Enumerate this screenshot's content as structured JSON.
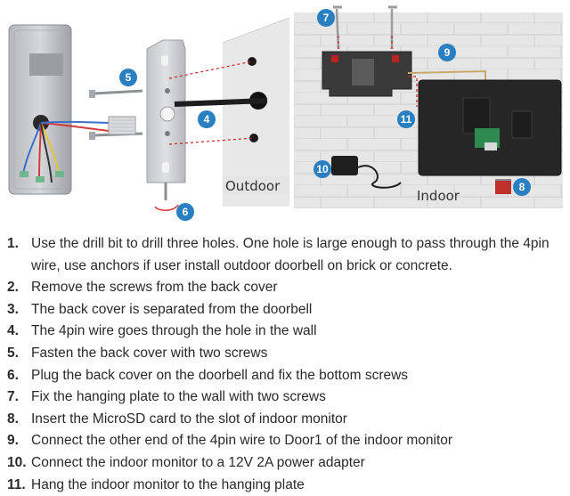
{
  "diagram": {
    "outdoor_label": "Outdoor",
    "indoor_label": "Indoor",
    "callouts": [
      "4",
      "5",
      "6",
      "7",
      "8",
      "9",
      "10",
      "11"
    ]
  },
  "steps": [
    {
      "num": "1.",
      "text": "Use the drill bit to drill three holes. One hole is large enough to pass through the 4pin wire, use anchors if user install outdoor doorbell on brick or concrete."
    },
    {
      "num": "2.",
      "text": "Remove the screws from the back cover"
    },
    {
      "num": "3.",
      "text": "The back cover is separated from the doorbell"
    },
    {
      "num": "4.",
      "text": "The 4pin wire goes through the hole in the wall"
    },
    {
      "num": "5.",
      "text": "Fasten the back cover with two screws"
    },
    {
      "num": "6.",
      "text": "Plug the back cover on the doorbell and fix the bottom screws"
    },
    {
      "num": "7.",
      "text": "Fix the hanging plate to the wall with two screws"
    },
    {
      "num": "8.",
      "text": "Insert the MicroSD card to the slot of indoor monitor"
    },
    {
      "num": "9.",
      "text": "Connect the other end of the 4pin wire to Door1 of the indoor monitor"
    },
    {
      "num": "10.",
      "text": "Connect the indoor monitor to a 12V 2A power adapter"
    },
    {
      "num": "11.",
      "text": "Hang the indoor monitor to the hanging plate"
    }
  ],
  "colors": {
    "callout": "#2a7fc1",
    "wall": "#e4e4e4",
    "dash": "#cc2222"
  }
}
